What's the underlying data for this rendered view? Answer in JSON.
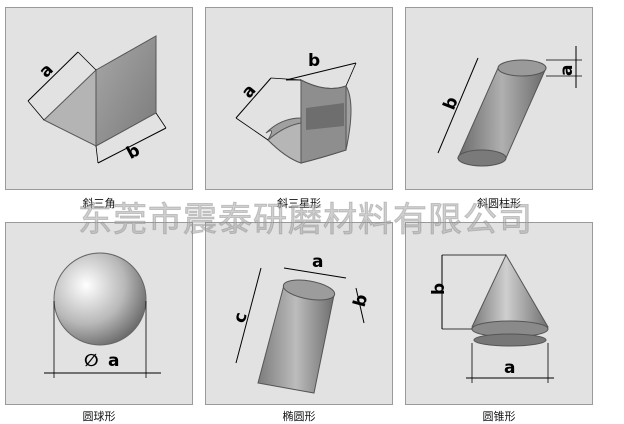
{
  "captions": {
    "p1": "斜三角",
    "p2": "斜三星形",
    "p3": "斜圆柱形",
    "p4": "圆球形",
    "p5": "椭圆形",
    "p6": "圆锥形"
  },
  "labels": {
    "a": "a",
    "b": "b",
    "c": "c",
    "phi": "∅"
  },
  "watermark": "东莞市震泰研磨材料有限公司"
}
